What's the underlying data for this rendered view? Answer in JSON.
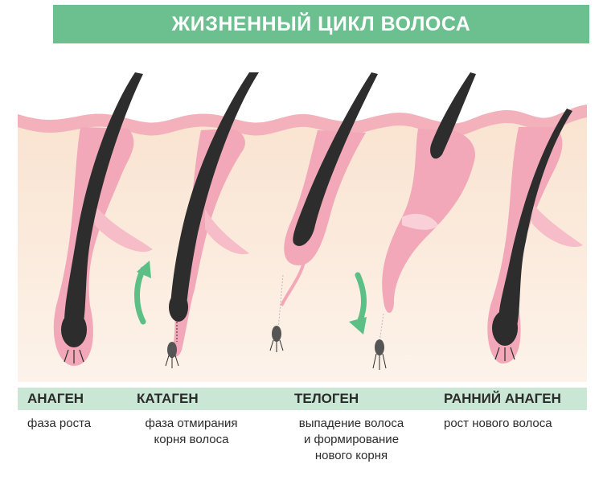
{
  "title": "ЖИЗНЕННЫЙ ЦИКЛ ВОЛОСА",
  "colors": {
    "banner": "#6cbf8f",
    "phase_bar": "#c9e7d4",
    "skin": "#f6dcc6",
    "follicle": "#f2a8b8",
    "follicle_light": "#f9d0d8",
    "hair": "#2d2d2d",
    "arrow": "#5bbf86"
  },
  "phases": [
    {
      "name": "АНАГЕН",
      "desc": [
        "фаза роста"
      ]
    },
    {
      "name": "КАТАГЕН",
      "desc": [
        "фаза отмирания",
        "корня волоса"
      ]
    },
    {
      "name": "ТЕЛОГЕН",
      "desc": [
        "выпадение волоса",
        "и формирование",
        "нового корня"
      ]
    },
    {
      "name": "РАННИЙ АНАГЕН",
      "desc": [
        "рост нового волоса"
      ]
    }
  ],
  "arrows": [
    {
      "icon": "arrow-up-icon",
      "direction": "up"
    },
    {
      "icon": "arrow-down-icon",
      "direction": "down"
    }
  ]
}
